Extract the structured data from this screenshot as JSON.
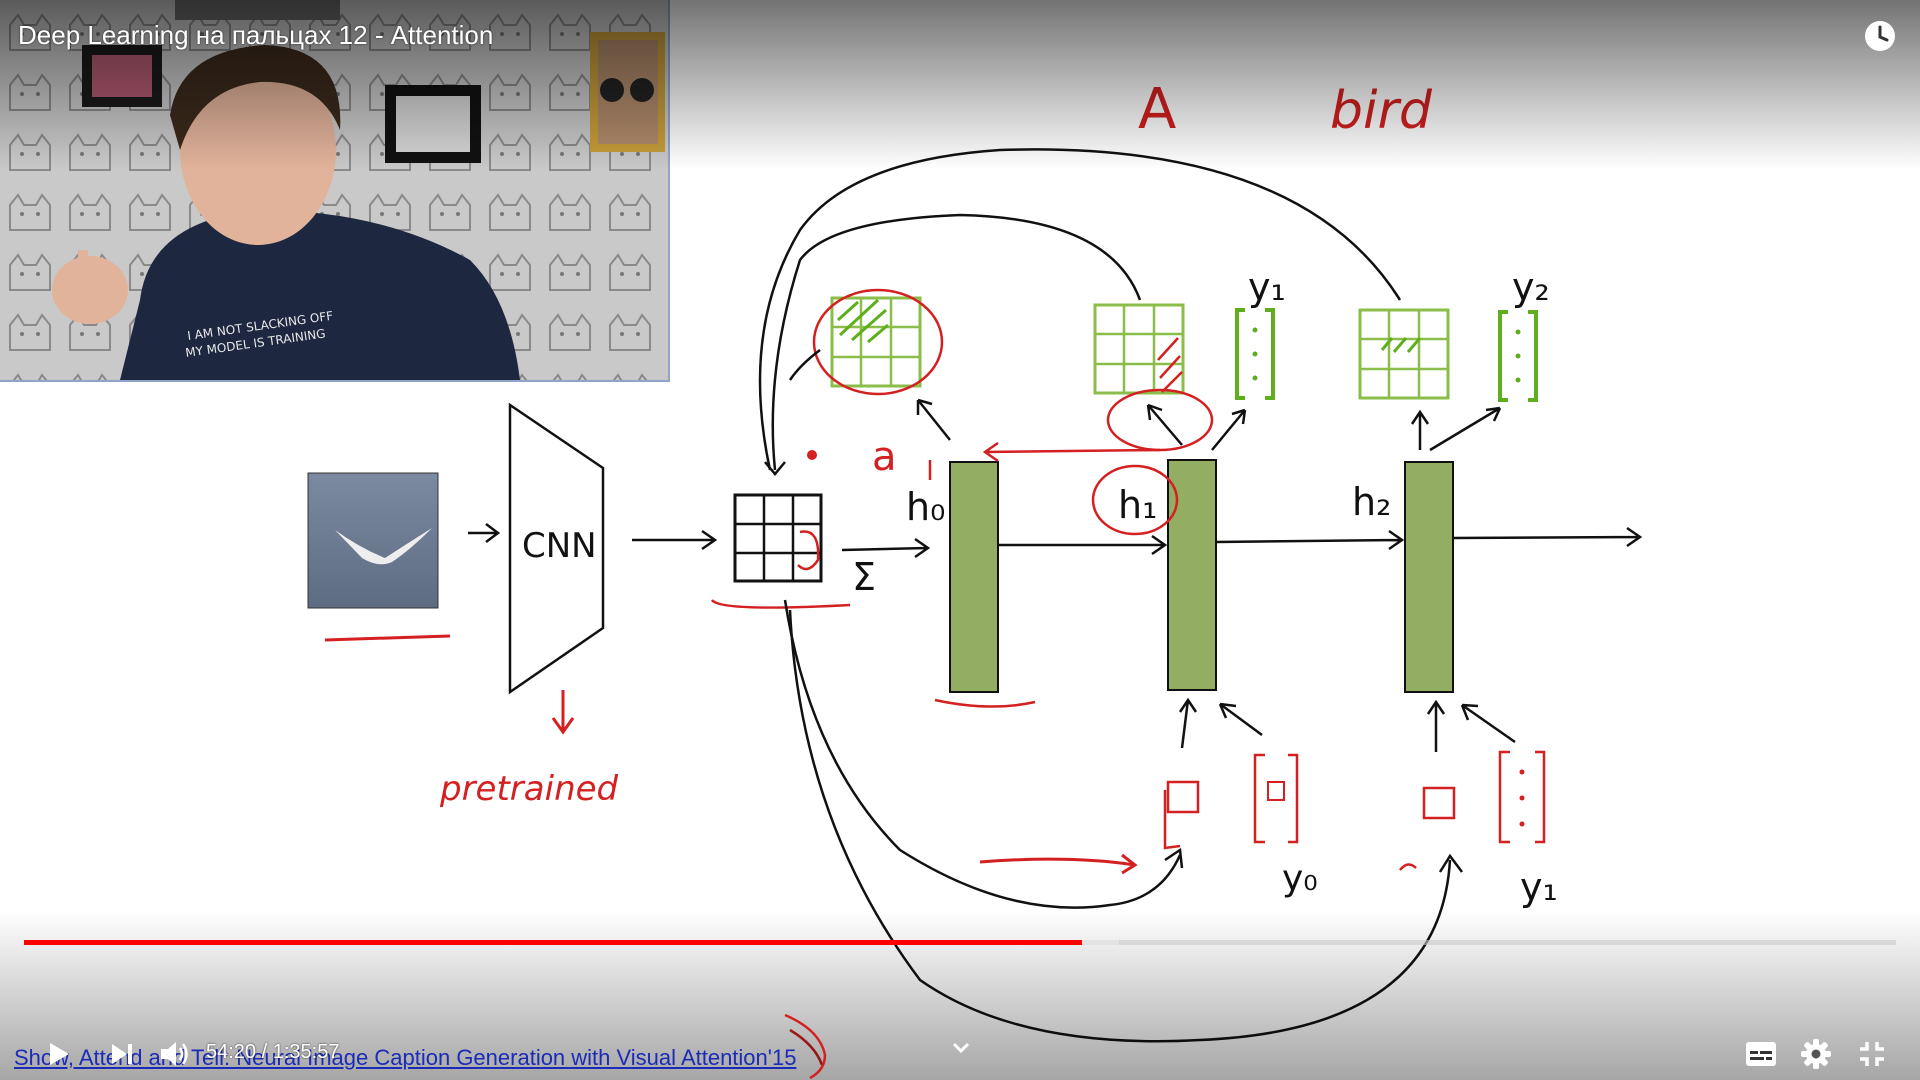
{
  "video": {
    "title": "Deep Learning на пальцах 12 - Attention",
    "current_time": "54:20",
    "duration": "1:35:57",
    "time_separator": " / ",
    "progress_fraction": 0.565,
    "buffered_fraction": 0.585,
    "paper_reference": "Show, Attend and Tell: Neural Image Caption Generation with Visual Attention'15"
  },
  "webcam": {
    "shirt_text_line1": "I AM NOT SLACKING OFF",
    "shirt_text_line2": "MY MODEL IS TRAINING"
  },
  "board": {
    "label_A": "A",
    "label_bird": "bird",
    "label_cnn": "CNN",
    "label_pretrained": "pretrained",
    "label_h0": "h₀",
    "label_h1": "h₁",
    "label_h2": "h₂",
    "label_y1_top": "y₁",
    "label_y2_top": "y₂",
    "label_y0_bottom": "y₀",
    "label_y1_bottom": "y₁",
    "label_a": "a",
    "label_sigma": "Σ"
  },
  "colors": {
    "progress": "#ff0000",
    "ink_black": "#111111",
    "ink_red": "#d42020",
    "ink_green": "#5fae1e",
    "lstm_fill": "#93ad62",
    "grid_green": "#8bbd4a"
  },
  "icons": {
    "play": "play-icon",
    "next": "next-icon",
    "volume": "volume-icon",
    "subtitles": "subtitles-icon",
    "settings": "gear-icon",
    "exit_fullscreen": "exit-fullscreen-icon",
    "watch_later": "clock-icon",
    "chevron": "chevron-down-icon"
  }
}
